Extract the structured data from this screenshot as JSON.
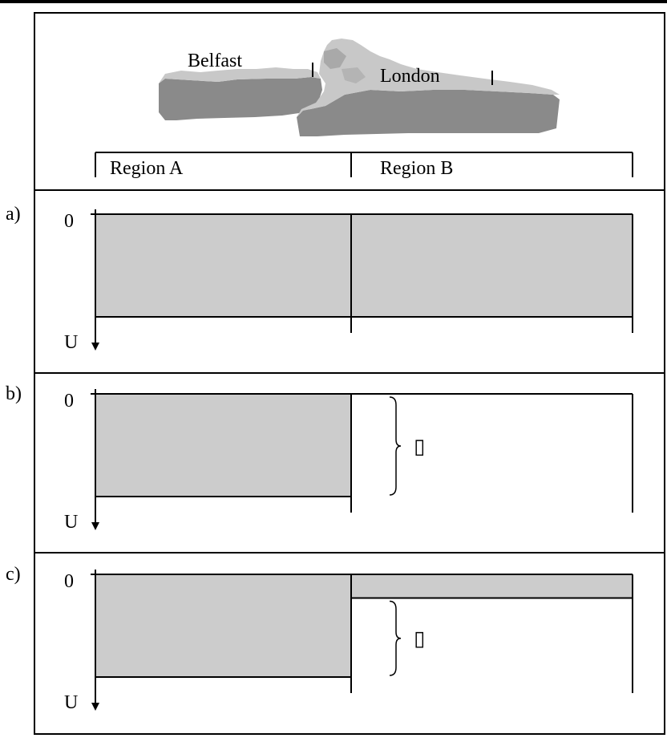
{
  "header": {
    "city_left": "Belfast",
    "city_right": "London",
    "region_left": "Region A",
    "region_right": "Region B"
  },
  "panels": [
    {
      "label": "a)",
      "zero_label": "0",
      "axis_label": "U",
      "region_a_fill": 1.0,
      "region_b_fill": 1.0,
      "gap_symbol": ""
    },
    {
      "label": "b)",
      "zero_label": "0",
      "axis_label": "U",
      "region_a_fill": 1.0,
      "region_b_fill": 0.0,
      "gap_symbol": "▯"
    },
    {
      "label": "c)",
      "zero_label": "0",
      "axis_label": "U",
      "region_a_fill": 1.0,
      "region_b_fill": 0.23,
      "gap_symbol": "▯"
    }
  ],
  "colors": {
    "fill": "#cccccc",
    "line": "#000000",
    "map_top": "#c8c8c8",
    "map_side": "#8a8a8a"
  }
}
